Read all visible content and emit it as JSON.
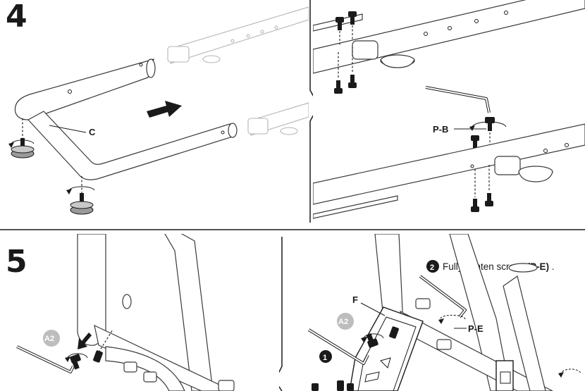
{
  "steps": [
    {
      "number": "4"
    },
    {
      "number": "5"
    }
  ],
  "labels": {
    "part_c": "C",
    "part_pb": "P-B",
    "part_f": "F",
    "part_pe": "P-E"
  },
  "badges": {
    "a2_left": "A2",
    "a2_right": "A2",
    "step_one": "1",
    "step_two": "2"
  },
  "instruction": {
    "text": "Fully tighten screw",
    "part": "(P-E)",
    "end": "."
  },
  "colors": {
    "ink": "#1a1a1a",
    "line": "#3a3a3a",
    "ghost": "#b5b5b5",
    "badge_grey": "#bdbdbd",
    "foot_grey": "#9a9a9a"
  },
  "icons": [
    "rotate-arrow-icon",
    "direction-arrow-icon",
    "allen-key-icon",
    "screw-icon",
    "leveling-foot-icon"
  ]
}
